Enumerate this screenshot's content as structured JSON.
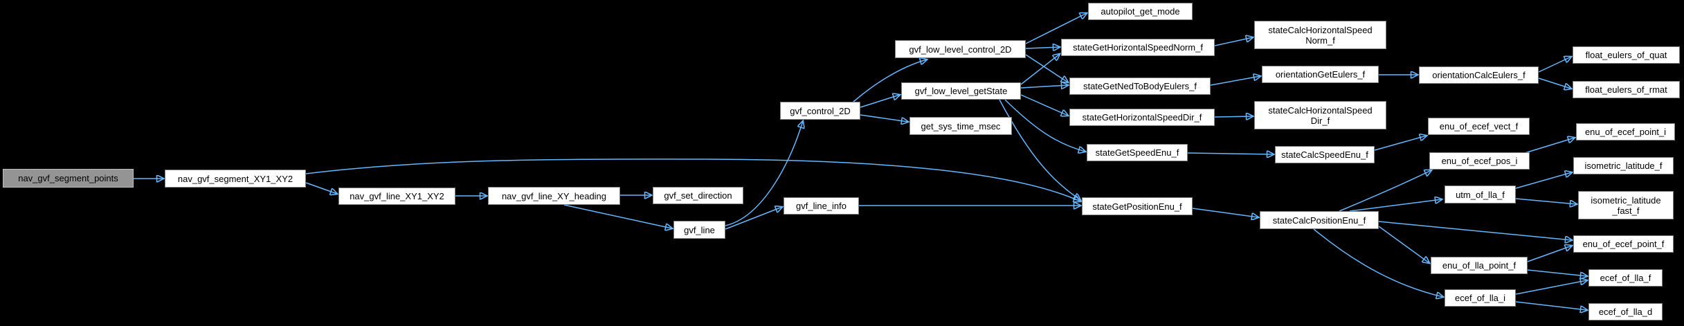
{
  "diagram_type": "doxygen-call-graph",
  "colors": {
    "background": "#000000",
    "edge": "#63b8ff",
    "node_fill": "#ffffff",
    "node_border": "#7f7f7f",
    "node_text": "#000000",
    "highlighted_node_fill": "#949494",
    "highlighted_node_border": "#bdbdbd"
  },
  "nodes": [
    {
      "label": "nav_gvf_segment_points",
      "highlighted": true
    },
    {
      "label": "nav_gvf_segment_XY1_XY2"
    },
    {
      "label": "nav_gvf_line_XY1_XY2"
    },
    {
      "label": "nav_gvf_line_XY_heading"
    },
    {
      "label": "gvf_set_direction"
    },
    {
      "label": "gvf_line"
    },
    {
      "label": "gvf_control_2D"
    },
    {
      "label": "gvf_line_info"
    },
    {
      "label": "gvf_low_level_control_2D"
    },
    {
      "label": "gvf_low_level_getState"
    },
    {
      "label": "get_sys_time_msec"
    },
    {
      "label": "autopilot_get_mode"
    },
    {
      "label": "stateGetHorizontalSpeedNorm_f"
    },
    {
      "label": "stateGetNedToBodyEulers_f"
    },
    {
      "label": "stateGetHorizontalSpeedDir_f"
    },
    {
      "label": "stateGetSpeedEnu_f"
    },
    {
      "label": "stateGetPositionEnu_f"
    },
    {
      "label": "stateCalcHorizontalSpeedNorm_f",
      "lines": [
        "stateCalcHorizontalSpeed",
        "Norm_f"
      ]
    },
    {
      "label": "orientationGetEulers_f"
    },
    {
      "label": "stateCalcHorizontalSpeedDir_f",
      "lines": [
        "stateCalcHorizontalSpeed",
        "Dir_f"
      ]
    },
    {
      "label": "stateCalcSpeedEnu_f"
    },
    {
      "label": "stateCalcPositionEnu_f"
    },
    {
      "label": "orientationCalcEulers_f"
    },
    {
      "label": "float_eulers_of_quat"
    },
    {
      "label": "float_eulers_of_rmat"
    },
    {
      "label": "enu_of_ecef_vect_f"
    },
    {
      "label": "enu_of_ecef_point_i"
    },
    {
      "label": "enu_of_ecef_pos_i"
    },
    {
      "label": "utm_of_lla_f"
    },
    {
      "label": "isometric_latitude_f"
    },
    {
      "label": "isometric_latitude_fast_f",
      "lines": [
        "isometric_latitude",
        "_fast_f"
      ]
    },
    {
      "label": "enu_of_ecef_point_f"
    },
    {
      "label": "enu_of_lla_point_f"
    },
    {
      "label": "ecef_of_lla_f"
    },
    {
      "label": "ecef_of_lla_i"
    },
    {
      "label": "ecef_of_lla_d"
    }
  ],
  "edges": [
    {
      "from": "nav_gvf_segment_points",
      "to": "nav_gvf_segment_XY1_XY2"
    },
    {
      "from": "nav_gvf_segment_XY1_XY2",
      "to": "nav_gvf_line_XY1_XY2"
    },
    {
      "from": "nav_gvf_segment_XY1_XY2",
      "to": "stateGetPositionEnu_f"
    },
    {
      "from": "nav_gvf_line_XY1_XY2",
      "to": "nav_gvf_line_XY_heading"
    },
    {
      "from": "nav_gvf_line_XY_heading",
      "to": "gvf_set_direction"
    },
    {
      "from": "nav_gvf_line_XY_heading",
      "to": "gvf_line"
    },
    {
      "from": "gvf_line",
      "to": "gvf_control_2D"
    },
    {
      "from": "gvf_line",
      "to": "gvf_line_info"
    },
    {
      "from": "gvf_line_info",
      "to": "stateGetPositionEnu_f"
    },
    {
      "from": "gvf_control_2D",
      "to": "gvf_low_level_control_2D"
    },
    {
      "from": "gvf_control_2D",
      "to": "gvf_low_level_getState"
    },
    {
      "from": "gvf_control_2D",
      "to": "get_sys_time_msec"
    },
    {
      "from": "gvf_low_level_control_2D",
      "to": "autopilot_get_mode"
    },
    {
      "from": "gvf_low_level_control_2D",
      "to": "stateGetHorizontalSpeedNorm_f"
    },
    {
      "from": "gvf_low_level_control_2D",
      "to": "stateGetNedToBodyEulers_f"
    },
    {
      "from": "gvf_low_level_getState",
      "to": "stateGetHorizontalSpeedNorm_f"
    },
    {
      "from": "gvf_low_level_getState",
      "to": "stateGetNedToBodyEulers_f"
    },
    {
      "from": "gvf_low_level_getState",
      "to": "stateGetHorizontalSpeedDir_f"
    },
    {
      "from": "gvf_low_level_getState",
      "to": "stateGetSpeedEnu_f"
    },
    {
      "from": "gvf_low_level_getState",
      "to": "stateGetPositionEnu_f"
    },
    {
      "from": "stateGetHorizontalSpeedNorm_f",
      "to": "stateCalcHorizontalSpeedNorm_f"
    },
    {
      "from": "stateGetNedToBodyEulers_f",
      "to": "orientationGetEulers_f"
    },
    {
      "from": "orientationGetEulers_f",
      "to": "orientationCalcEulers_f"
    },
    {
      "from": "orientationCalcEulers_f",
      "to": "float_eulers_of_quat"
    },
    {
      "from": "orientationCalcEulers_f",
      "to": "float_eulers_of_rmat"
    },
    {
      "from": "stateGetHorizontalSpeedDir_f",
      "to": "stateCalcHorizontalSpeedDir_f"
    },
    {
      "from": "stateGetSpeedEnu_f",
      "to": "stateCalcSpeedEnu_f"
    },
    {
      "from": "stateCalcSpeedEnu_f",
      "to": "enu_of_ecef_vect_f"
    },
    {
      "from": "stateGetPositionEnu_f",
      "to": "stateCalcPositionEnu_f"
    },
    {
      "from": "stateCalcPositionEnu_f",
      "to": "enu_of_ecef_pos_i"
    },
    {
      "from": "stateCalcPositionEnu_f",
      "to": "utm_of_lla_f"
    },
    {
      "from": "stateCalcPositionEnu_f",
      "to": "enu_of_ecef_point_f"
    },
    {
      "from": "stateCalcPositionEnu_f",
      "to": "enu_of_lla_point_f"
    },
    {
      "from": "stateCalcPositionEnu_f",
      "to": "ecef_of_lla_i"
    },
    {
      "from": "enu_of_ecef_pos_i",
      "to": "enu_of_ecef_point_i"
    },
    {
      "from": "utm_of_lla_f",
      "to": "isometric_latitude_f"
    },
    {
      "from": "utm_of_lla_f",
      "to": "isometric_latitude_fast_f"
    },
    {
      "from": "enu_of_lla_point_f",
      "to": "enu_of_ecef_point_f"
    },
    {
      "from": "enu_of_lla_point_f",
      "to": "ecef_of_lla_f"
    },
    {
      "from": "ecef_of_lla_i",
      "to": "ecef_of_lla_f"
    },
    {
      "from": "ecef_of_lla_i",
      "to": "ecef_of_lla_d"
    }
  ]
}
